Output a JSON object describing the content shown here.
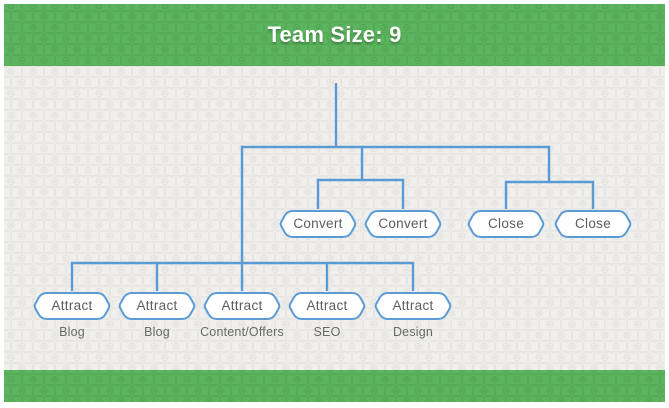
{
  "header": {
    "title": "Team Size: 9"
  },
  "theme": {
    "green": "#5bb55d",
    "blue": "#5b9bd5",
    "node_text": "#5d5d5d",
    "sub_text": "#696969",
    "canvas_bg": "#f0efec"
  },
  "tree": {
    "groups": {
      "convert": {
        "nodes": [
          {
            "label": "Convert"
          },
          {
            "label": "Convert"
          }
        ]
      },
      "close": {
        "nodes": [
          {
            "label": "Close"
          },
          {
            "label": "Close"
          }
        ]
      },
      "attract": {
        "nodes": [
          {
            "label": "Attract",
            "sub": "Blog"
          },
          {
            "label": "Attract",
            "sub": "Blog"
          },
          {
            "label": "Attract",
            "sub": "Content/Offers"
          },
          {
            "label": "Attract",
            "sub": "SEO"
          },
          {
            "label": "Attract",
            "sub": "Design"
          }
        ]
      }
    }
  }
}
